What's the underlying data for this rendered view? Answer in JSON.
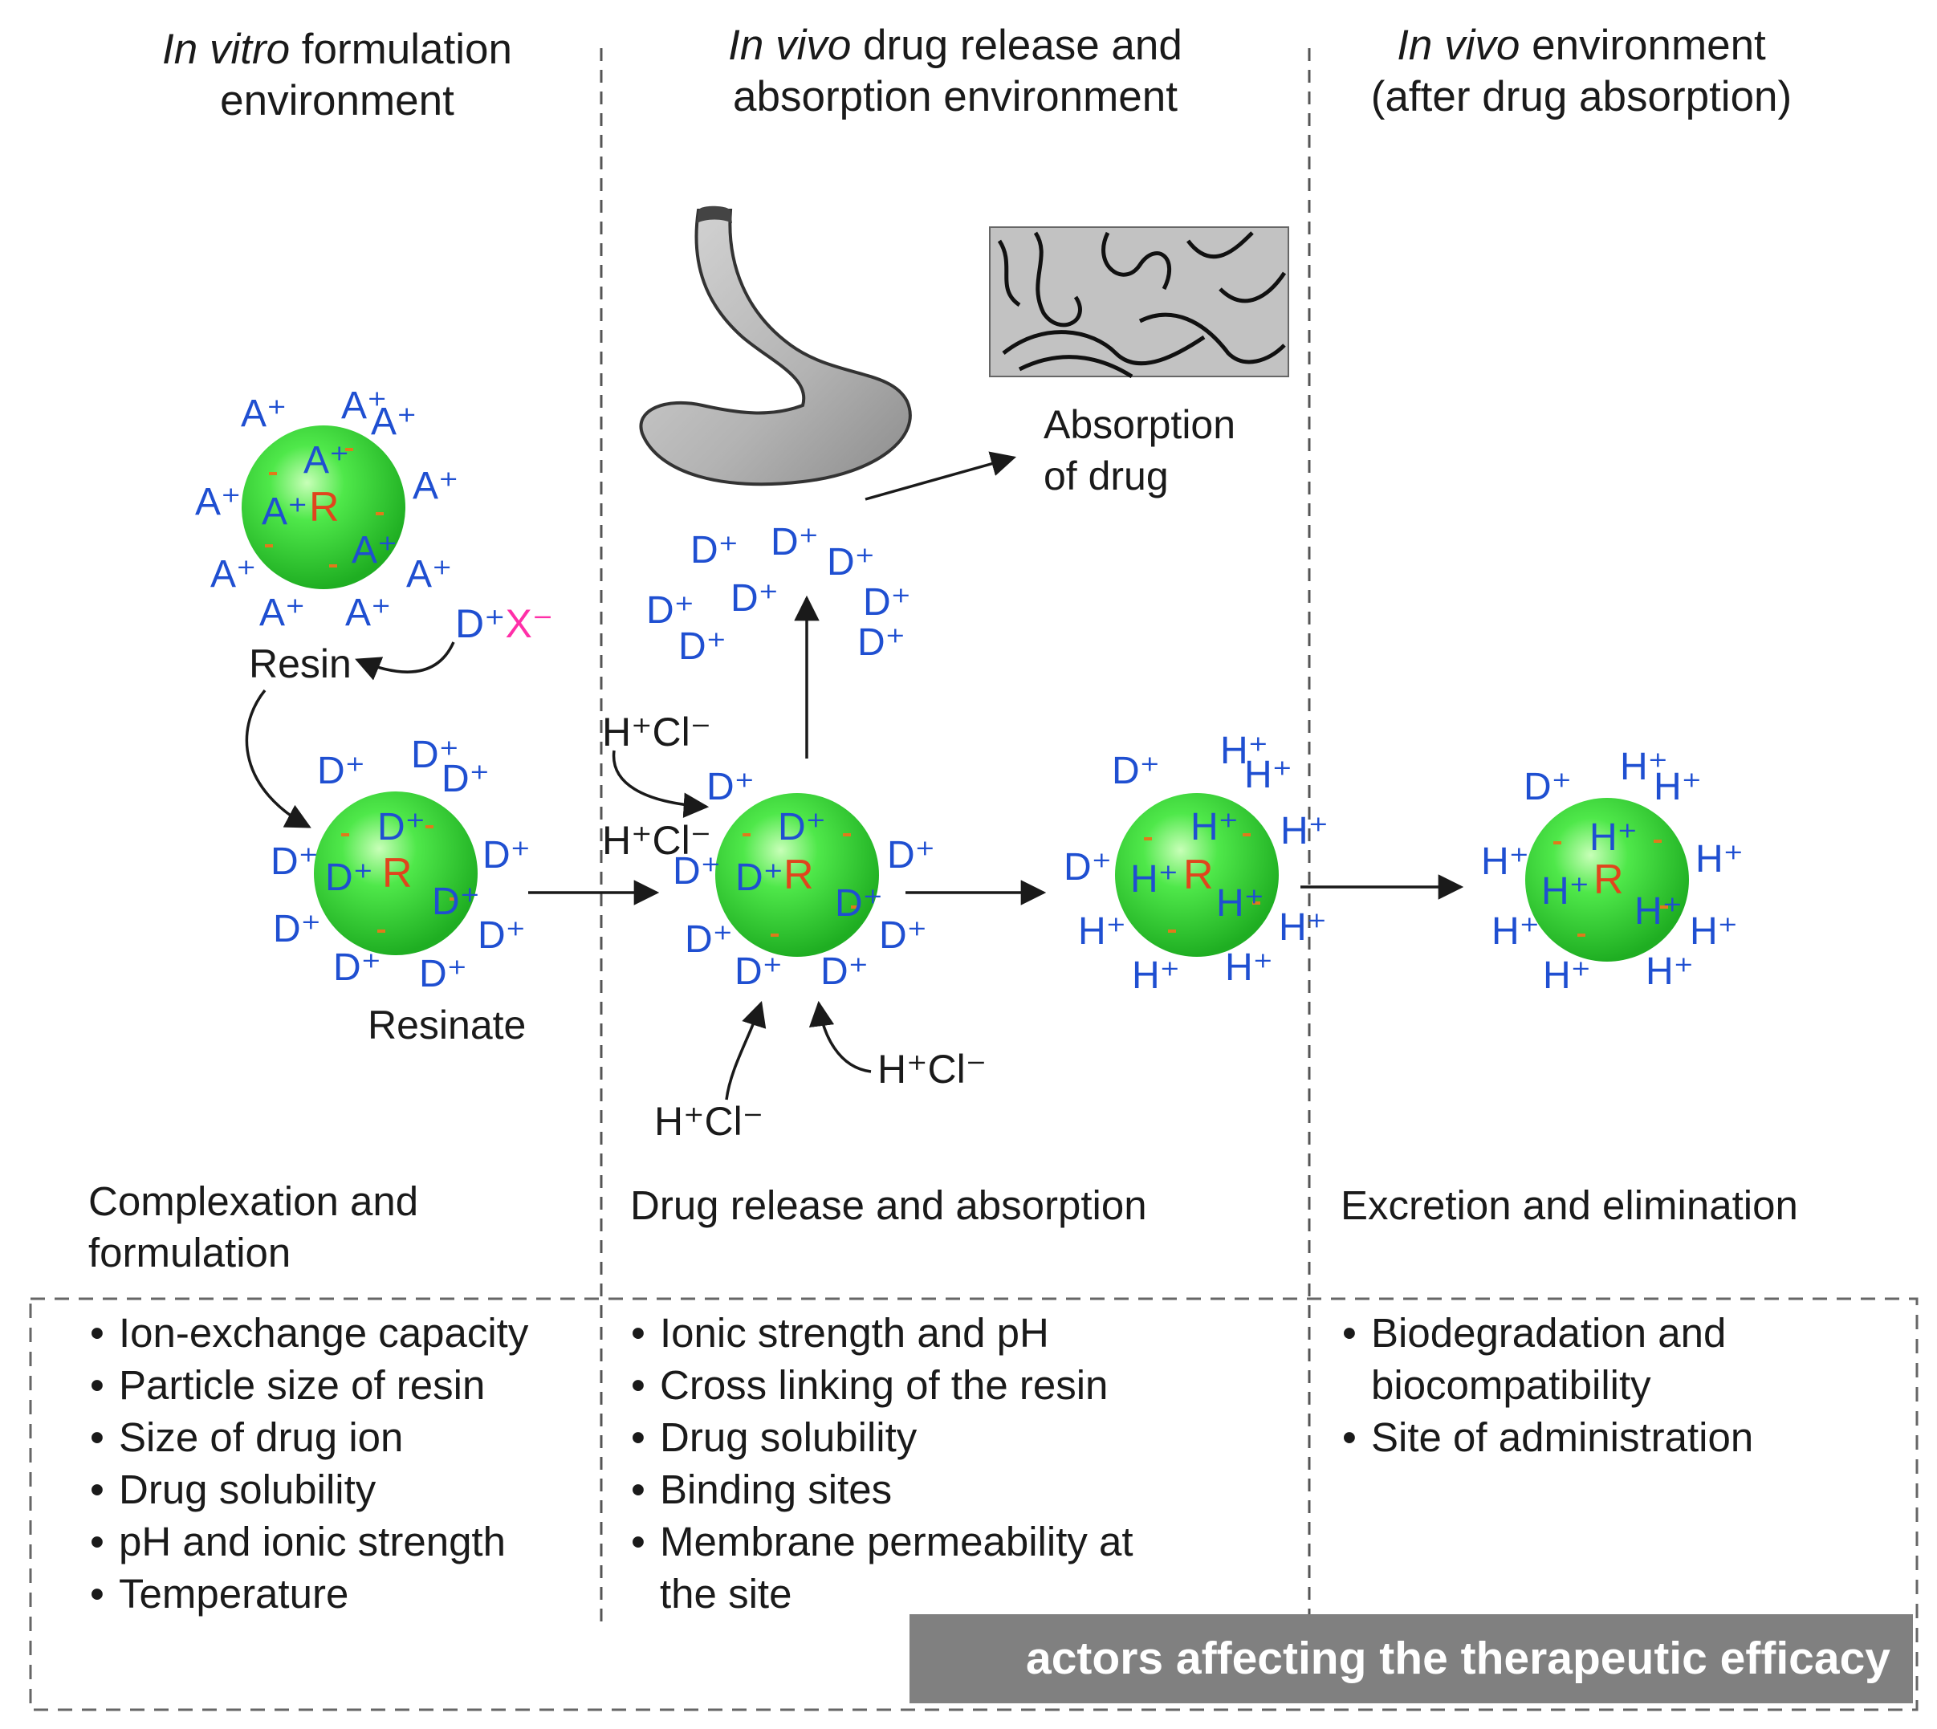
{
  "headers": {
    "col1": {
      "italic": "In vitro",
      "rest": " formulation",
      "line2": "environment"
    },
    "col2": {
      "italic": "In vivo",
      "rest": " drug release and",
      "line2": "absorption environment"
    },
    "col3": {
      "italic": "In vivo",
      "rest": " environment",
      "line2": "(after drug absorption)"
    }
  },
  "labels": {
    "resin": "Resin",
    "resinate": "Resinate",
    "absorption_line1": "Absorption",
    "absorption_line2": "of drug",
    "acid": "H⁺Cl⁻",
    "drug_salt_d": "D⁺",
    "drug_salt_x": "X⁻",
    "resin_core": "R"
  },
  "ions": {
    "A": "A⁺",
    "D": "D⁺",
    "H": "H⁺"
  },
  "stages": {
    "stage1_line1": "Complexation and",
    "stage1_line2": "formulation",
    "stage2": "Drug release and absorption",
    "stage3": "Excretion and elimination"
  },
  "factors": {
    "col1": [
      "Ion-exchange capacity",
      "Particle size of resin",
      "Size of drug ion",
      "Drug solubility",
      "pH and ionic strength",
      "Temperature"
    ],
    "col2": [
      "Ionic strength and pH",
      "Cross linking of the resin",
      "Drug solubility",
      "Binding sites",
      "Membrane permeability at the site"
    ],
    "col3": [
      "Biodegradation and biocompatibility",
      "Site of administration"
    ]
  },
  "footer": "actors affecting the therapeutic efficacy",
  "colors": {
    "ion_blue": "#1f4fd1",
    "resin_red": "#e0451d",
    "counter_ion_magenta": "#ff2fa8",
    "bead_green": "#2ed62e",
    "footer_bg": "#808080"
  }
}
